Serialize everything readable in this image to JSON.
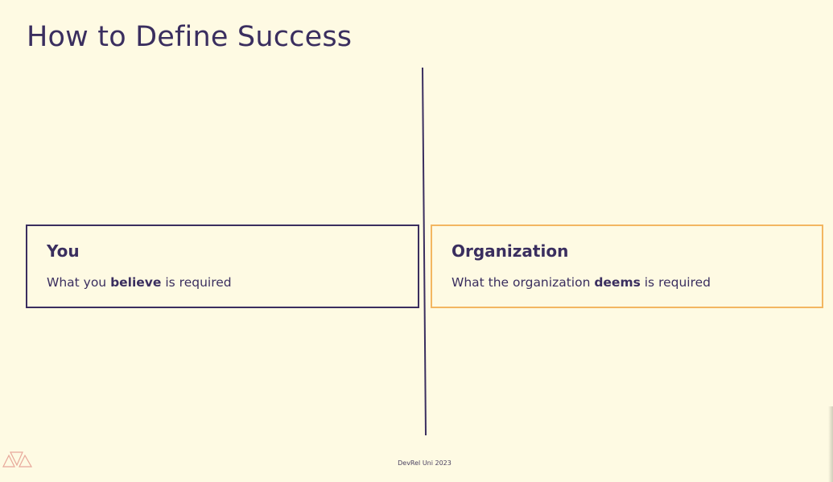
{
  "slide": {
    "title": "How to Define Success",
    "footer": "DevRel Uni 2023",
    "logo_icon": "devrel-uni-triangle-logo-icon",
    "colors": {
      "background": "#fefae3",
      "primary": "#3a2e5f",
      "accent": "#f3b661",
      "logo": "#e8a89a"
    }
  },
  "you_card": {
    "title": "You",
    "body_prefix": "What you ",
    "body_emphasis": "believe",
    "body_suffix": " is required"
  },
  "org_card": {
    "title": "Organization",
    "body_prefix": "What the organization ",
    "body_emphasis": "deems",
    "body_suffix": " is required"
  }
}
